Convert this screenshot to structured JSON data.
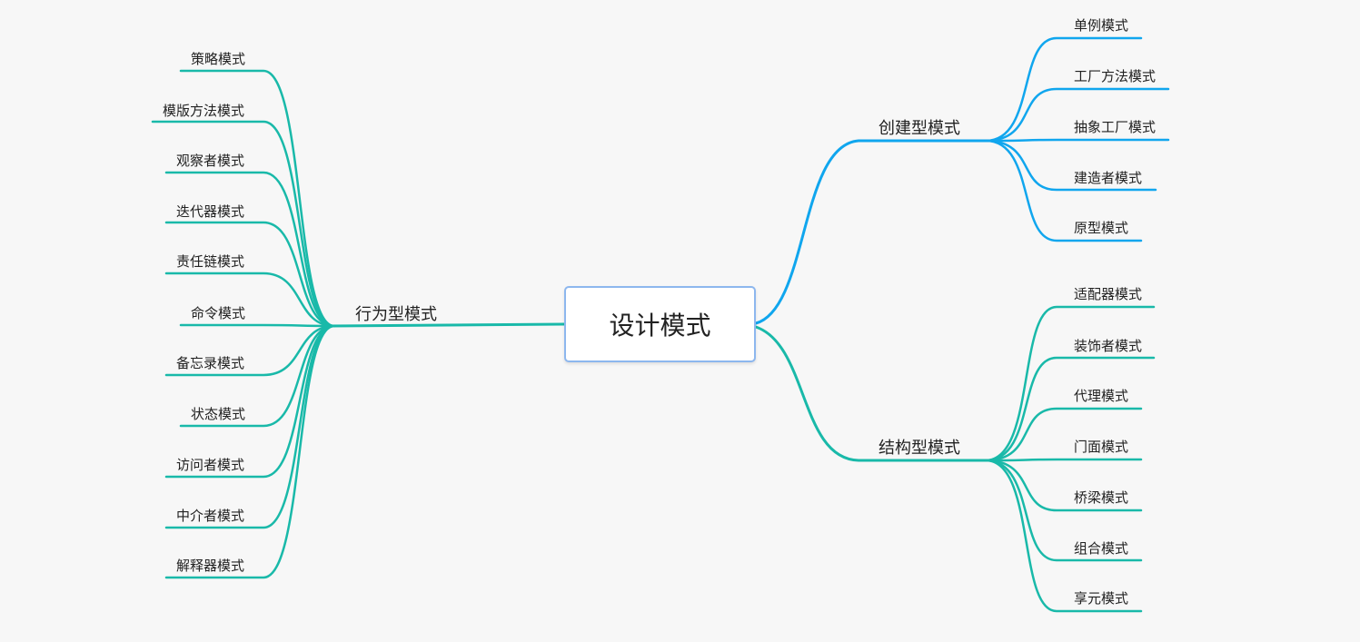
{
  "root": {
    "label": "设计模式"
  },
  "colors": {
    "blue": "#10a6ee",
    "teal": "#19b9a9",
    "root_border": "#8db7ee"
  },
  "branches": {
    "creational": {
      "label": "创建型模式",
      "children": [
        "单例模式",
        "工厂方法模式",
        "抽象工厂模式",
        "建造者模式",
        "原型模式"
      ]
    },
    "structural": {
      "label": "结构型模式",
      "children": [
        "适配器模式",
        "装饰者模式",
        "代理模式",
        "门面模式",
        "桥梁模式",
        "组合模式",
        "享元模式"
      ]
    },
    "behavioral": {
      "label": "行为型模式",
      "children": [
        "策略模式",
        "模版方法模式",
        "观察者模式",
        "迭代器模式",
        "责任链模式",
        "命令模式",
        "备忘录模式",
        "状态模式",
        "访问者模式",
        "中介者模式",
        "解释器模式"
      ]
    }
  }
}
